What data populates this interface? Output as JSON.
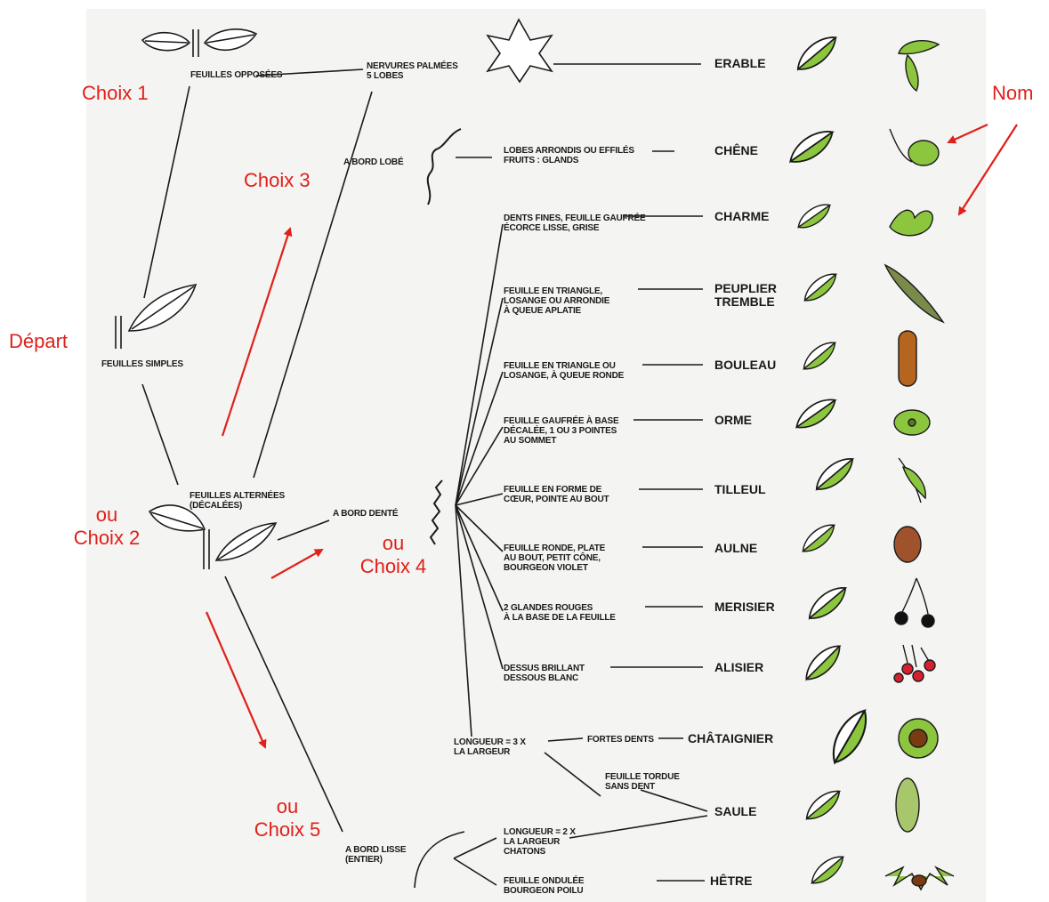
{
  "nodes": {
    "feuilles_opposees": "FEUILLES OPPOSÉES",
    "feuilles_simples": "FEUILLES SIMPLES",
    "feuilles_alternees": [
      "FEUILLES ALTERNÉES",
      "(DÉCALÉES)"
    ],
    "nervures_palmees": [
      "NERVURES PALMÉES",
      "5 LOBES"
    ],
    "a_bord_lobe": "A BORD LOBÉ",
    "a_bord_dente": "A BORD DENTÉ",
    "a_bord_lisse": [
      "A BORD LISSE",
      "(ENTIER)"
    ],
    "lobes_arrondis": [
      "LOBES ARRONDIS OU EFFILÉS",
      "FRUITS : GLANDS"
    ],
    "dents_fines": [
      "DENTS FINES, FEUILLE GAUFRÉE",
      "ÉCORCE LISSE, GRISE"
    ],
    "feuille_triangle": [
      "FEUILLE EN TRIANGLE,",
      "LOSANGE OU ARRONDIE",
      "À QUEUE APLATIE"
    ],
    "feuille_triangle_losange": [
      "FEUILLE EN TRIANGLE OU",
      "LOSANGE, À QUEUE RONDE"
    ],
    "feuille_gaufree": [
      "FEUILLE GAUFRÉE À BASE",
      "DÉCALÉE, 1 OU 3 POINTES",
      "AU SOMMET"
    ],
    "feuille_coeur": [
      "FEUILLE EN FORME DE",
      "CŒUR, POINTE AU BOUT"
    ],
    "feuille_ronde": [
      "FEUILLE RONDE, PLATE",
      "AU BOUT, PETIT CÔNE,",
      "BOURGEON VIOLET"
    ],
    "glandes_rouges": [
      "2 GLANDES ROUGES",
      "À LA BASE DE LA FEUILLE"
    ],
    "dessus_brillant": [
      "DESSUS BRILLANT",
      "DESSOUS BLANC"
    ],
    "longueur_3x": [
      "LONGUEUR = 3 X",
      "LA LARGEUR"
    ],
    "fortes_dents": "FORTES DENTS",
    "feuille_tordue": [
      "FEUILLE TORDUE",
      "SANS DENT"
    ],
    "longueur_2x": [
      "LONGUEUR = 2 X",
      "LA LARGEUR",
      "CHATONS"
    ],
    "feuille_ondulee": [
      "FEUILLE ONDULÉE",
      "BOURGEON POILU"
    ]
  },
  "trees": {
    "erable": "ERABLE",
    "chene": "CHÊNE",
    "charme": "CHARME",
    "peuplier": [
      "PEUPLIER",
      "TREMBLE"
    ],
    "bouleau": "BOULEAU",
    "orme": "ORME",
    "tilleul": "TILLEUL",
    "aulne": "AULNE",
    "merisier": "MERISIER",
    "alisier": "ALISIER",
    "chataignier": "CHÂTAIGNIER",
    "saule": "SAULE",
    "hetre": "HÊTRE"
  },
  "annotations": {
    "choix1": "Choix 1",
    "choix2": [
      "ou",
      "Choix 2"
    ],
    "choix3": "Choix 3",
    "choix4": [
      "ou",
      "Choix 4"
    ],
    "choix5": [
      "ou",
      "Choix 5"
    ],
    "depart": "Départ",
    "nom": "Nom"
  },
  "colors": {
    "leaf_green": "#8cc63f",
    "line": "#1a1a1a",
    "annotation_red": "#e0201a",
    "panel": "#f4f4f2"
  }
}
